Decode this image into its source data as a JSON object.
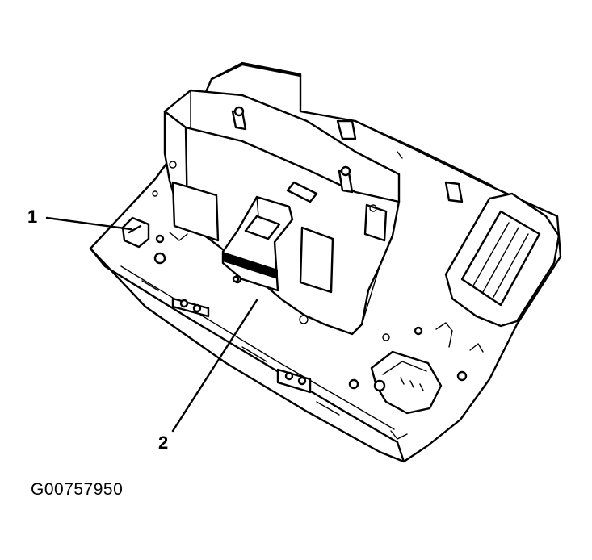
{
  "callouts": [
    {
      "id": "1",
      "text": "1"
    },
    {
      "id": "2",
      "text": "2"
    }
  ],
  "figure_code": "G00757950"
}
